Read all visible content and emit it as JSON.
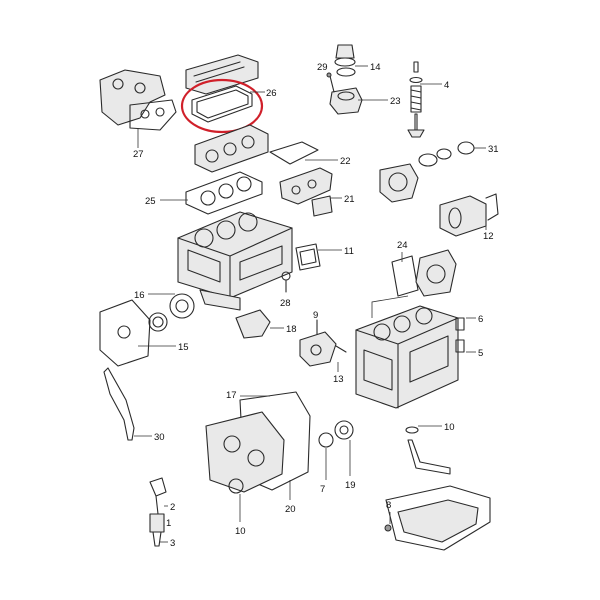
{
  "callouts": [
    {
      "id": "27",
      "label": "27"
    },
    {
      "id": "26",
      "label": "26"
    },
    {
      "id": "29",
      "label": "29"
    },
    {
      "id": "14",
      "label": "14"
    },
    {
      "id": "23",
      "label": "23"
    },
    {
      "id": "4",
      "label": "4"
    },
    {
      "id": "22",
      "label": "22"
    },
    {
      "id": "31",
      "label": "31"
    },
    {
      "id": "21",
      "label": "21"
    },
    {
      "id": "25",
      "label": "25"
    },
    {
      "id": "12",
      "label": "12"
    },
    {
      "id": "11",
      "label": "11"
    },
    {
      "id": "24",
      "label": "24"
    },
    {
      "id": "28",
      "label": "28"
    },
    {
      "id": "16",
      "label": "16"
    },
    {
      "id": "15",
      "label": "15"
    },
    {
      "id": "18",
      "label": "18"
    },
    {
      "id": "9",
      "label": "9"
    },
    {
      "id": "13",
      "label": "13"
    },
    {
      "id": "6",
      "label": "6"
    },
    {
      "id": "5",
      "label": "5"
    },
    {
      "id": "30",
      "label": "30"
    },
    {
      "id": "17",
      "label": "17"
    },
    {
      "id": "7",
      "label": "7"
    },
    {
      "id": "19",
      "label": "19"
    },
    {
      "id": "10a",
      "label": "10"
    },
    {
      "id": "20",
      "label": "20"
    },
    {
      "id": "2",
      "label": "2"
    },
    {
      "id": "10b",
      "label": "10"
    },
    {
      "id": "8",
      "label": "8"
    },
    {
      "id": "3",
      "label": "3"
    },
    {
      "id": "1",
      "label": "1"
    }
  ],
  "highlight_part": "26",
  "colors": {
    "line": "#2b2b2b",
    "highlight": "#d0202a",
    "background": "#ffffff"
  }
}
